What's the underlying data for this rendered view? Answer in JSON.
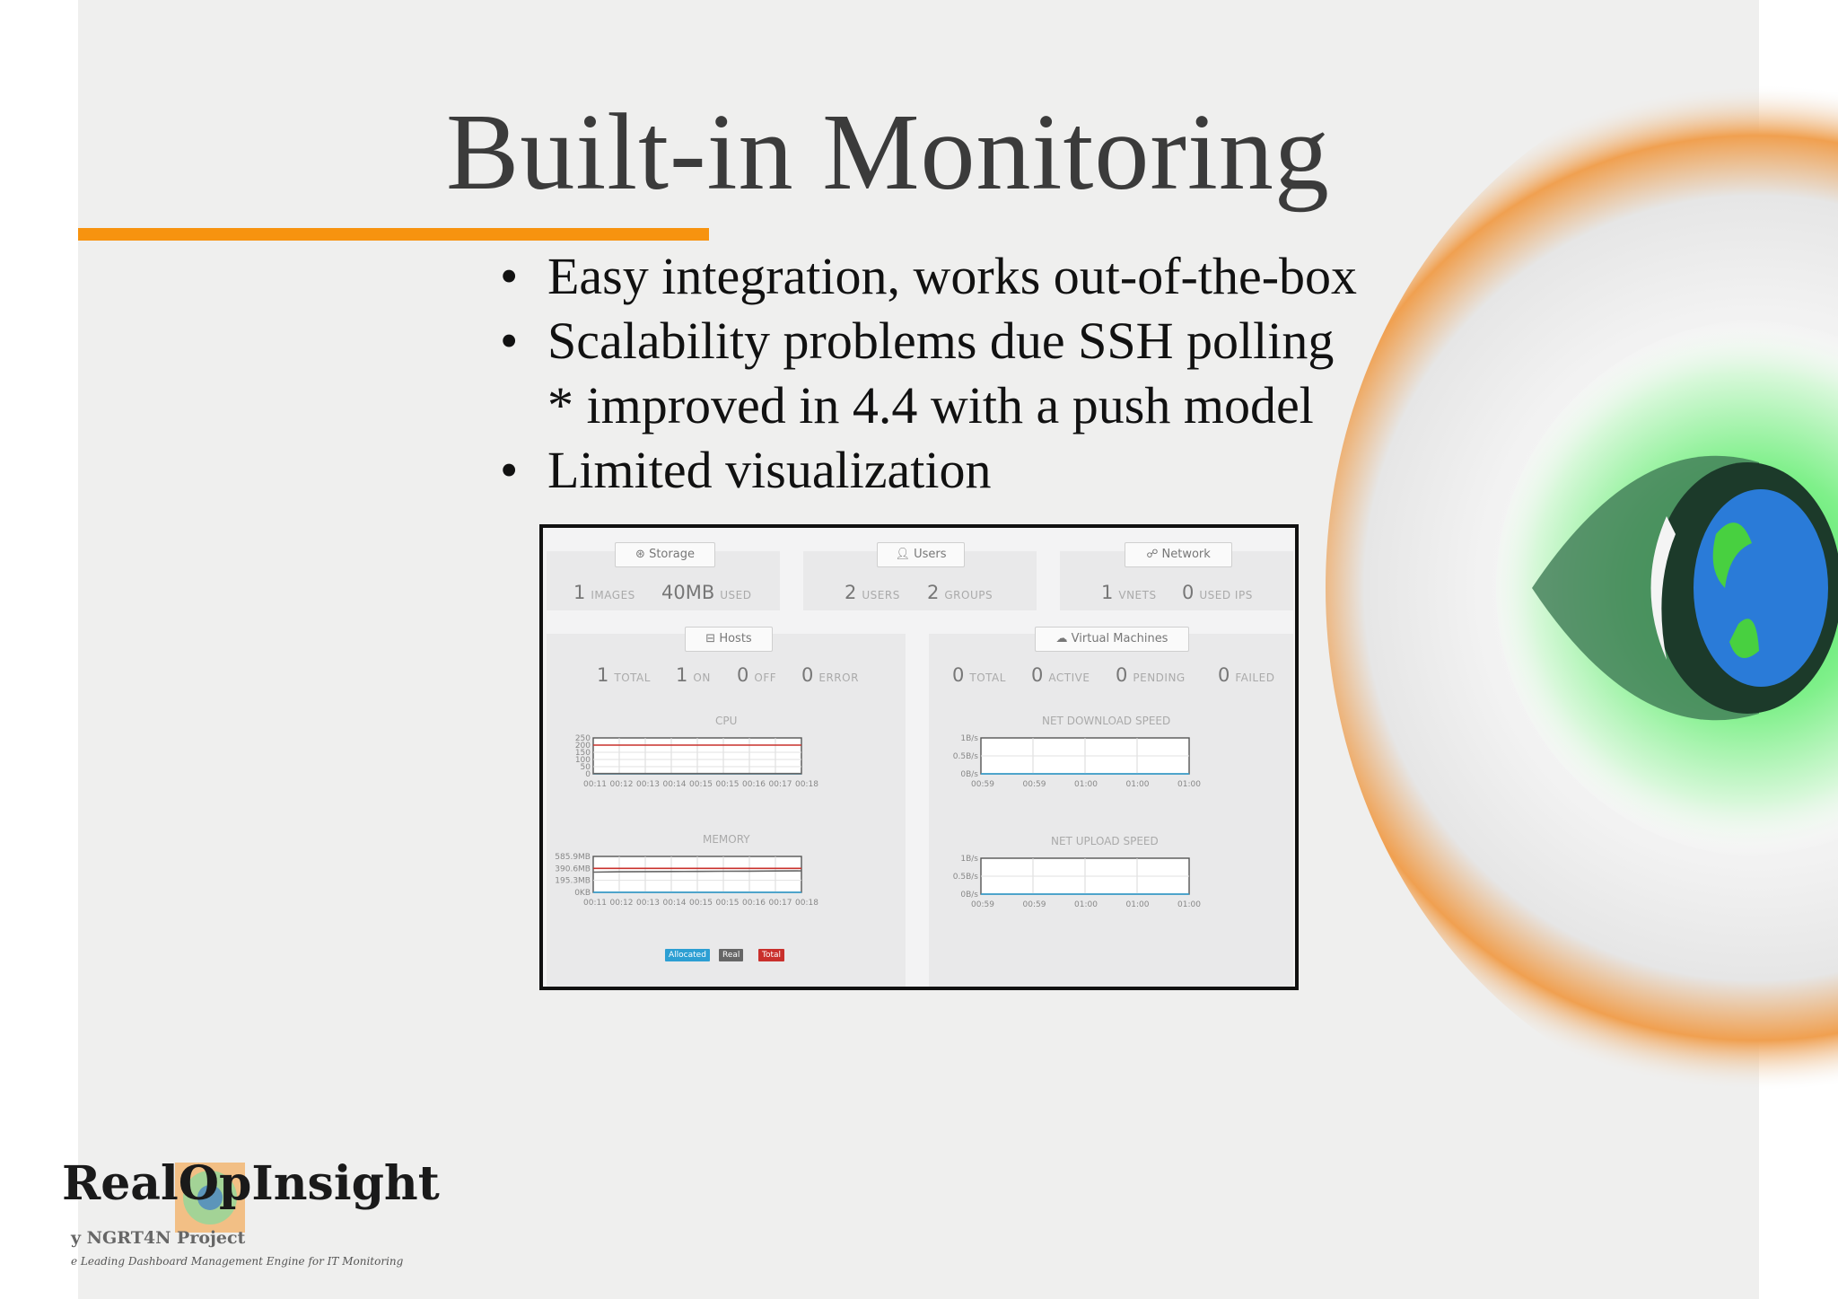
{
  "slide": {
    "title": "Built-in Monitoring",
    "bullets": [
      {
        "bullet": "•",
        "text": "Easy integration, works out-of-the-box"
      },
      {
        "bullet": "•",
        "text": "Scalability problems due SSH polling"
      },
      {
        "bullet": "",
        "text": "* improved in 4.4 with a push model"
      },
      {
        "bullet": "•",
        "text": "Limited visualization"
      }
    ],
    "accent_color": "#f7930f",
    "title_color": "#3b3b3b"
  },
  "dashboard": {
    "storage": {
      "tab_label": "Storage",
      "icon": "database-icon",
      "stats": [
        {
          "value": "1",
          "label": "IMAGES"
        },
        {
          "value": "40MB",
          "label": "USED"
        }
      ]
    },
    "users": {
      "tab_label": "Users",
      "icon": "user-icon",
      "stats": [
        {
          "value": "2",
          "label": "USERS"
        },
        {
          "value": "2",
          "label": "GROUPS"
        }
      ]
    },
    "network": {
      "tab_label": "Network",
      "icon": "network-icon",
      "stats": [
        {
          "value": "1",
          "label": "VNETS"
        },
        {
          "value": "0",
          "label": "USED IPs"
        }
      ]
    },
    "hosts": {
      "tab_label": "Hosts",
      "icon": "server-icon",
      "stats": [
        {
          "value": "1",
          "label": "TOTAL"
        },
        {
          "value": "1",
          "label": "ON"
        },
        {
          "value": "0",
          "label": "OFF"
        },
        {
          "value": "0",
          "label": "ERROR"
        }
      ]
    },
    "vms": {
      "tab_label": "Virtual Machines",
      "icon": "cloud-icon",
      "stats": [
        {
          "value": "0",
          "label": "TOTAL"
        },
        {
          "value": "0",
          "label": "ACTIVE"
        },
        {
          "value": "0",
          "label": "PENDING"
        },
        {
          "value": "0",
          "label": "FAILED"
        }
      ]
    },
    "legend": [
      {
        "label": "Allocated",
        "color": "#2d9fd3"
      },
      {
        "label": "Real",
        "color": "#666666"
      },
      {
        "label": "Total",
        "color": "#c9302c"
      }
    ]
  },
  "chart_data": [
    {
      "type": "line",
      "title": "CPU",
      "x": [
        "00:11",
        "00:12",
        "00:13",
        "00:14",
        "00:15",
        "00:15",
        "00:16",
        "00:17",
        "00:18"
      ],
      "y_ticks": [
        "250",
        "200",
        "150",
        "100",
        "50",
        "0"
      ],
      "ylim": [
        0,
        250
      ],
      "series": [
        {
          "name": "Total",
          "color": "#c9302c",
          "values": [
            200,
            200,
            200,
            200,
            200,
            200,
            200,
            200,
            200
          ]
        },
        {
          "name": "Allocated",
          "color": "#2d9fd3",
          "values": [
            0,
            0,
            0,
            0,
            0,
            0,
            0,
            0,
            0
          ]
        },
        {
          "name": "Real",
          "color": "#666666",
          "values": [
            2,
            2,
            2,
            2,
            2,
            2,
            2,
            2,
            2
          ]
        }
      ]
    },
    {
      "type": "line",
      "title": "MEMORY",
      "x": [
        "00:11",
        "00:12",
        "00:13",
        "00:14",
        "00:15",
        "00:15",
        "00:16",
        "00:17",
        "00:18"
      ],
      "y_ticks": [
        "585.9MB",
        "390.6MB",
        "195.3MB",
        "0KB"
      ],
      "ylim": [
        0,
        585.9
      ],
      "series": [
        {
          "name": "Total",
          "color": "#c9302c",
          "values": [
            390.6,
            390.6,
            390.6,
            390.6,
            390.6,
            390.6,
            390.6,
            390.6,
            390.6
          ]
        },
        {
          "name": "Real",
          "color": "#666666",
          "values": [
            330,
            335,
            338,
            340,
            342,
            344,
            346,
            348,
            350
          ]
        },
        {
          "name": "Allocated",
          "color": "#2d9fd3",
          "values": [
            0,
            0,
            0,
            0,
            0,
            0,
            0,
            0,
            0
          ]
        }
      ]
    },
    {
      "type": "line",
      "title": "NET DOWNLOAD SPEED",
      "x": [
        "00:59",
        "00:59",
        "01:00",
        "01:00",
        "01:00"
      ],
      "y_ticks": [
        "1B/s",
        "0.5B/s",
        "0B/s"
      ],
      "ylim": [
        0,
        1
      ],
      "series": [
        {
          "color": "#2d9fd3",
          "values": [
            0,
            0,
            0,
            0,
            0
          ]
        }
      ]
    },
    {
      "type": "line",
      "title": "NET UPLOAD SPEED",
      "x": [
        "00:59",
        "00:59",
        "01:00",
        "01:00",
        "01:00"
      ],
      "y_ticks": [
        "1B/s",
        "0.5B/s",
        "0B/s"
      ],
      "ylim": [
        0,
        1
      ],
      "series": [
        {
          "color": "#2d9fd3",
          "values": [
            0,
            0,
            0,
            0,
            0
          ]
        }
      ]
    }
  ],
  "logo": {
    "name": "RealOpInsight",
    "name_left": "Real",
    "name_mid": "Op",
    "name_right": "Insight",
    "subtitle": "y NGRT4N Project",
    "tagline": "e Leading Dashboard Management Engine for IT Monitoring"
  }
}
